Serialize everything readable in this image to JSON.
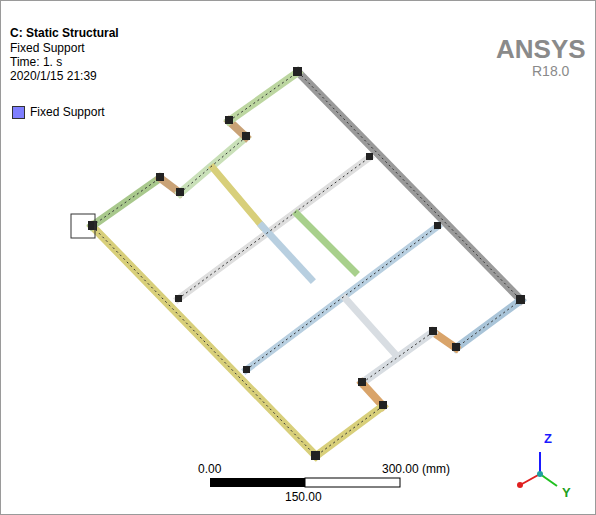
{
  "diagram": {
    "labels": [
      "C: Static Structural",
      "Fixed Support",
      "Time: 1. s",
      "2020/1/15 21:39",
      "ANSYS",
      "R18.0",
      "0.00",
      "300.00 (mm)",
      "150.00",
      "Z",
      "Y"
    ],
    "legend": [
      {
        "text": "Fixed Support",
        "color": "#7f7fff"
      }
    ]
  }
}
